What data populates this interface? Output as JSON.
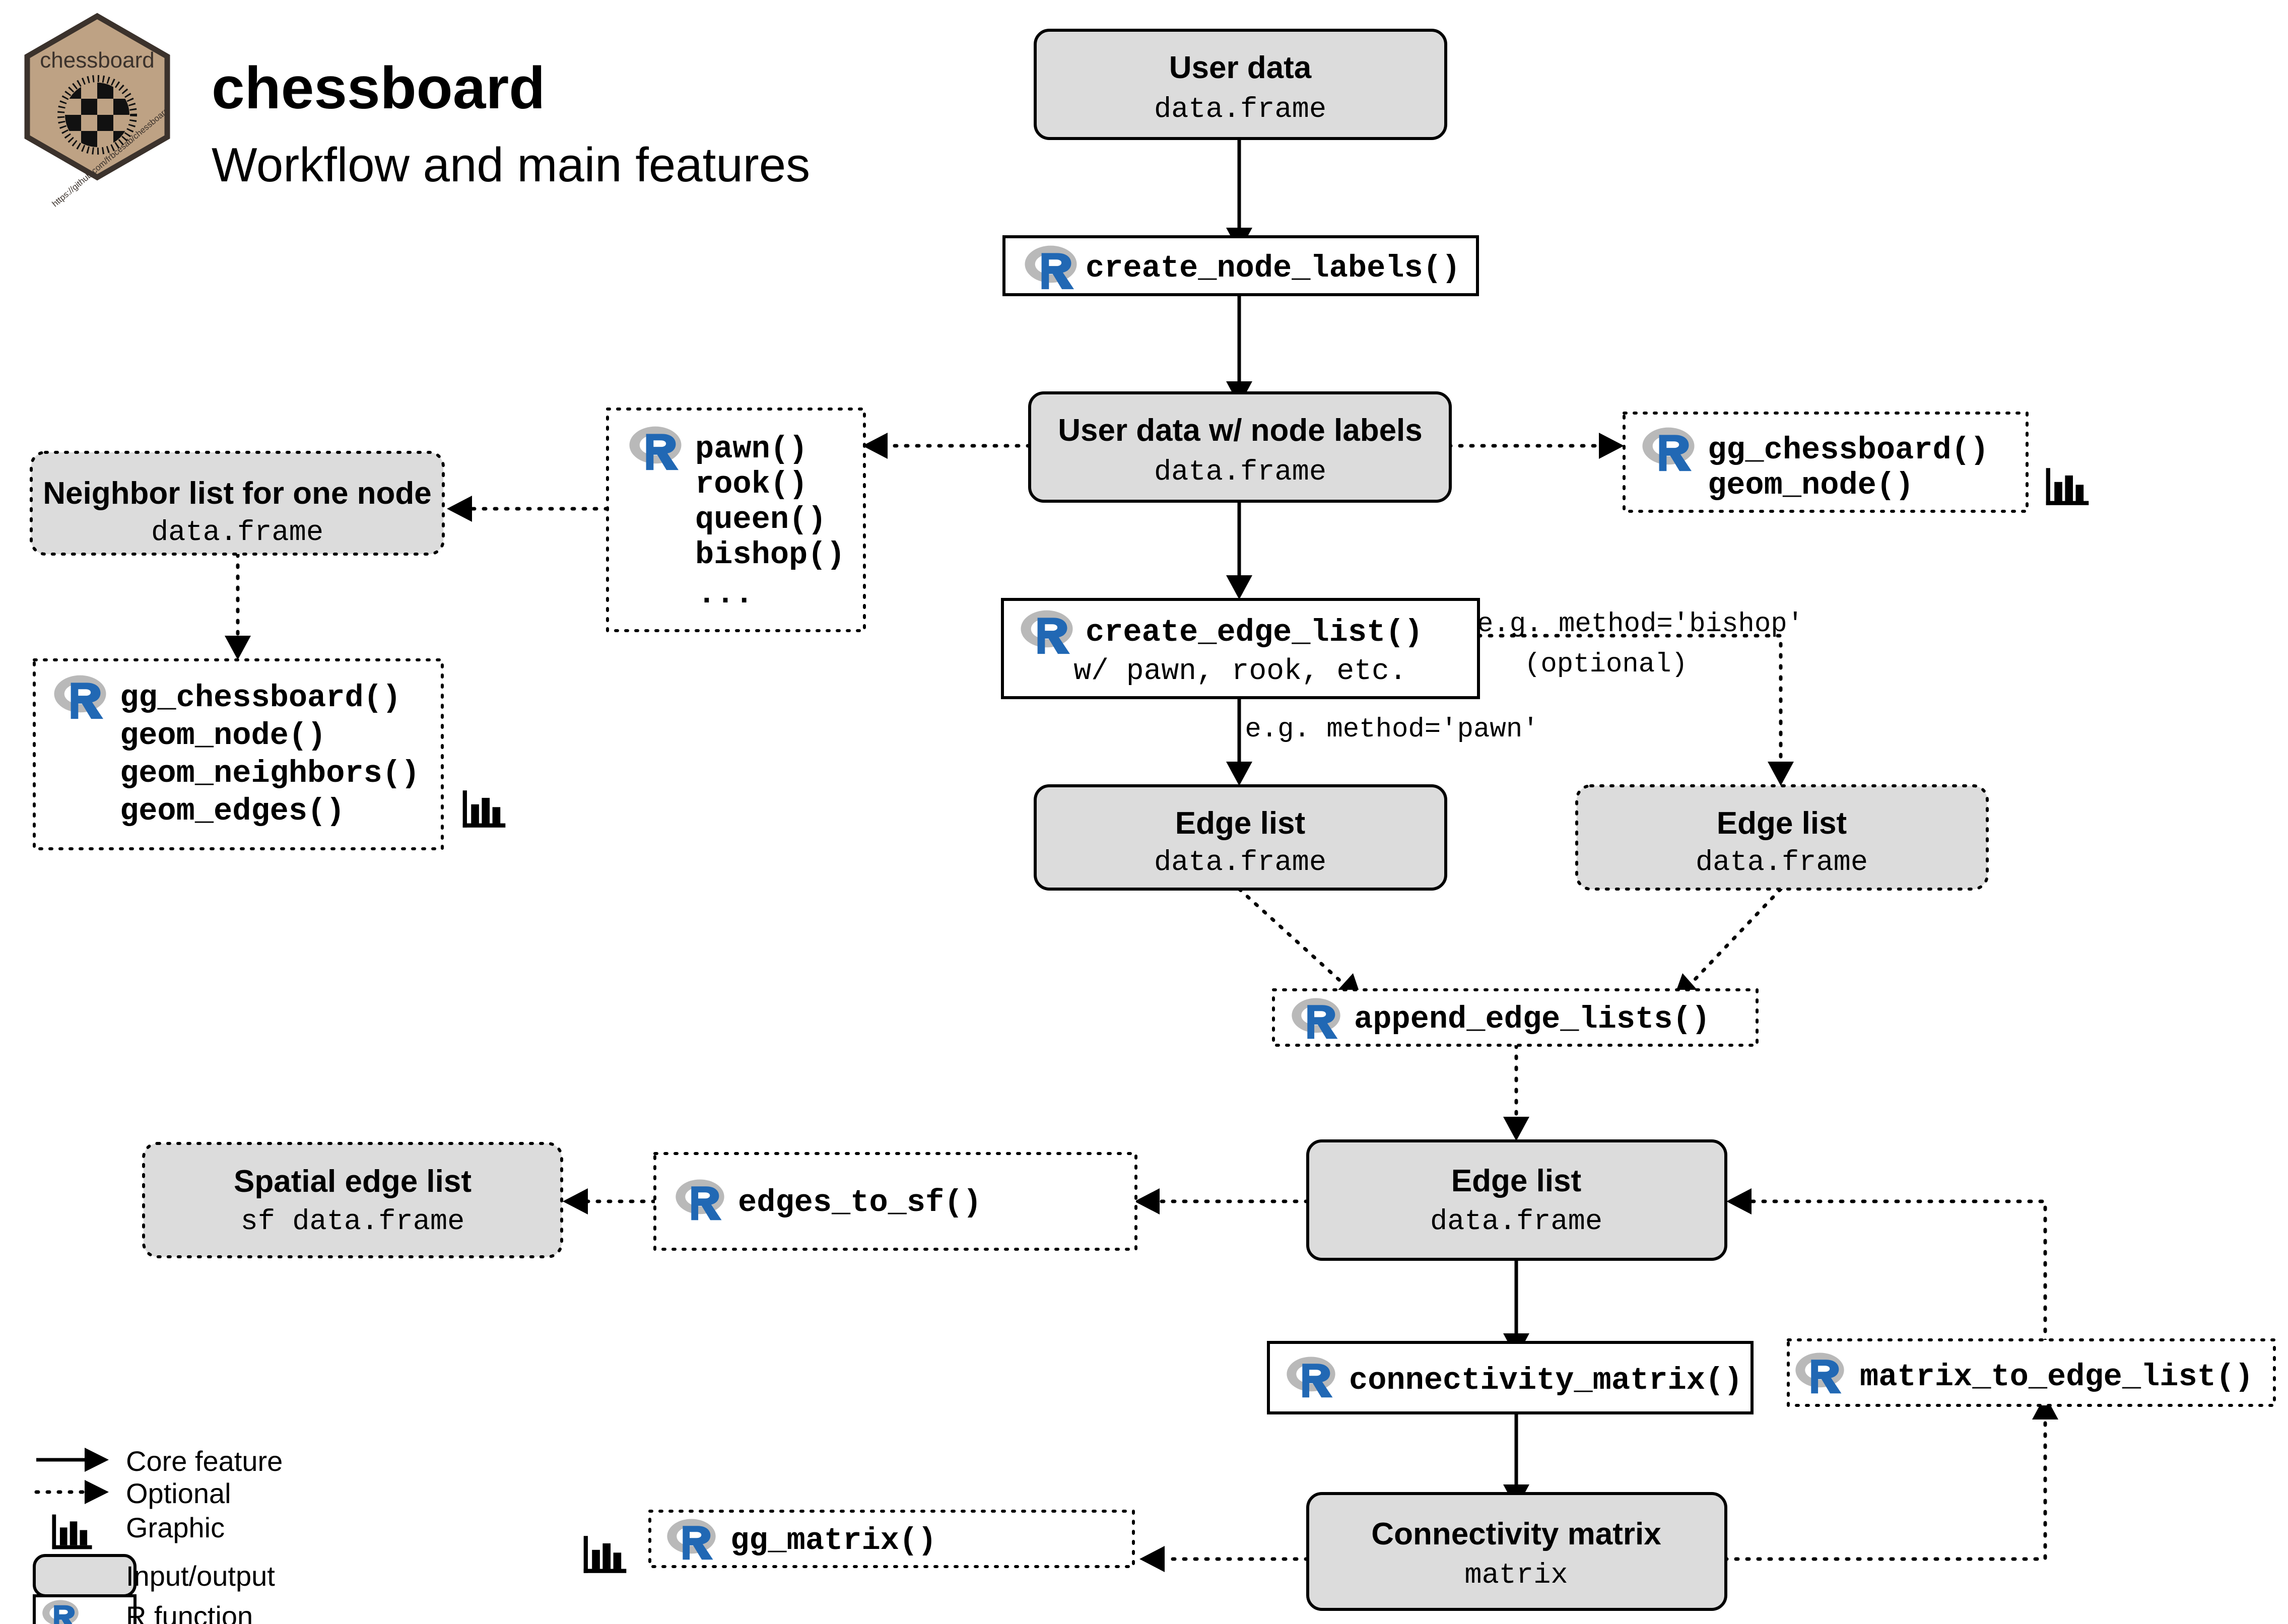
{
  "header": {
    "title": "chessboard",
    "subtitle": "Workflow and main features",
    "logo": {
      "name": "chessboard",
      "url": "https://github.com/frbcesab/chessboard",
      "fill_color": "#bea284",
      "border_color": "#3b322c"
    }
  },
  "colors": {
    "io_fill": "#dcdcdc",
    "fn_fill": "#ffffff",
    "stroke": "#000000",
    "r_blue": "#2168b4",
    "r_gray": "#b3b3b3"
  },
  "nodes": {
    "user_data": {
      "title": "User data",
      "subtitle": "data.frame"
    },
    "create_node_labels": {
      "fn": "create_node_labels()"
    },
    "user_data_labels": {
      "title": "User data w/ node labels",
      "subtitle": "data.frame"
    },
    "piece_fns": {
      "lines": [
        "pawn()",
        "rook()",
        "queen()",
        "bishop()",
        "..."
      ]
    },
    "neighbor_list": {
      "title": "Neighbor list for one node",
      "subtitle": "data.frame"
    },
    "gg_neighbors": {
      "lines": [
        "gg_chessboard()",
        "geom_node()",
        "geom_neighbors()",
        "geom_edges()"
      ]
    },
    "gg_node": {
      "lines": [
        "gg_chessboard()",
        "geom_node()"
      ]
    },
    "create_edge_list": {
      "fn": "create_edge_list()",
      "fn_sub": "w/ pawn, rook, etc."
    },
    "edge_list_left": {
      "title": "Edge list",
      "subtitle": "data.frame"
    },
    "edge_list_right": {
      "title": "Edge list",
      "subtitle": "data.frame"
    },
    "append_edge_lists": {
      "fn": "append_edge_lists()"
    },
    "edge_list_main": {
      "title": "Edge list",
      "subtitle": "data.frame"
    },
    "edges_to_sf": {
      "fn": "edges_to_sf()"
    },
    "spatial_edge_list": {
      "title": "Spatial edge list",
      "subtitle": "sf data.frame"
    },
    "connectivity_matrix_fn": {
      "fn": "connectivity_matrix()"
    },
    "matrix_to_edge_list_fn": {
      "fn": "matrix_to_edge_list()"
    },
    "connectivity_matrix": {
      "title": "Connectivity matrix",
      "subtitle": "matrix"
    },
    "gg_matrix": {
      "fn": "gg_matrix()"
    }
  },
  "edge_labels": {
    "bishop_method": "e.g. method='bishop'",
    "bishop_optional": "(optional)",
    "pawn_method": "e.g. method='pawn'"
  },
  "legend": {
    "items": [
      {
        "key": "core",
        "label": "Core feature"
      },
      {
        "key": "optional",
        "label": "Optional"
      },
      {
        "key": "graphic",
        "label": "Graphic"
      },
      {
        "key": "io",
        "label": "Input/output"
      },
      {
        "key": "rfn",
        "label": "R function"
      }
    ]
  }
}
